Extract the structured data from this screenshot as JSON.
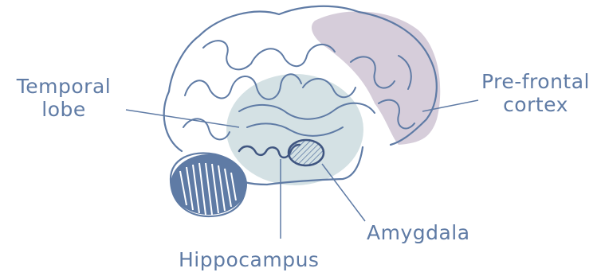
{
  "labels": {
    "temporal_line1": "Temporal",
    "temporal_line2": "lobe",
    "prefrontal_line1": "Pre-frontal",
    "prefrontal_line2": "cortex",
    "amygdala": "Amygdala",
    "hippocampus": "Hippocampus"
  },
  "colors": {
    "outline": "#5f7ba5",
    "prefrontal_fill": "#d6cdda",
    "temporal_fill": "#d4e1e4",
    "cerebellum_fill": "#5f7ba5",
    "label_text": "#5f7ba5"
  }
}
